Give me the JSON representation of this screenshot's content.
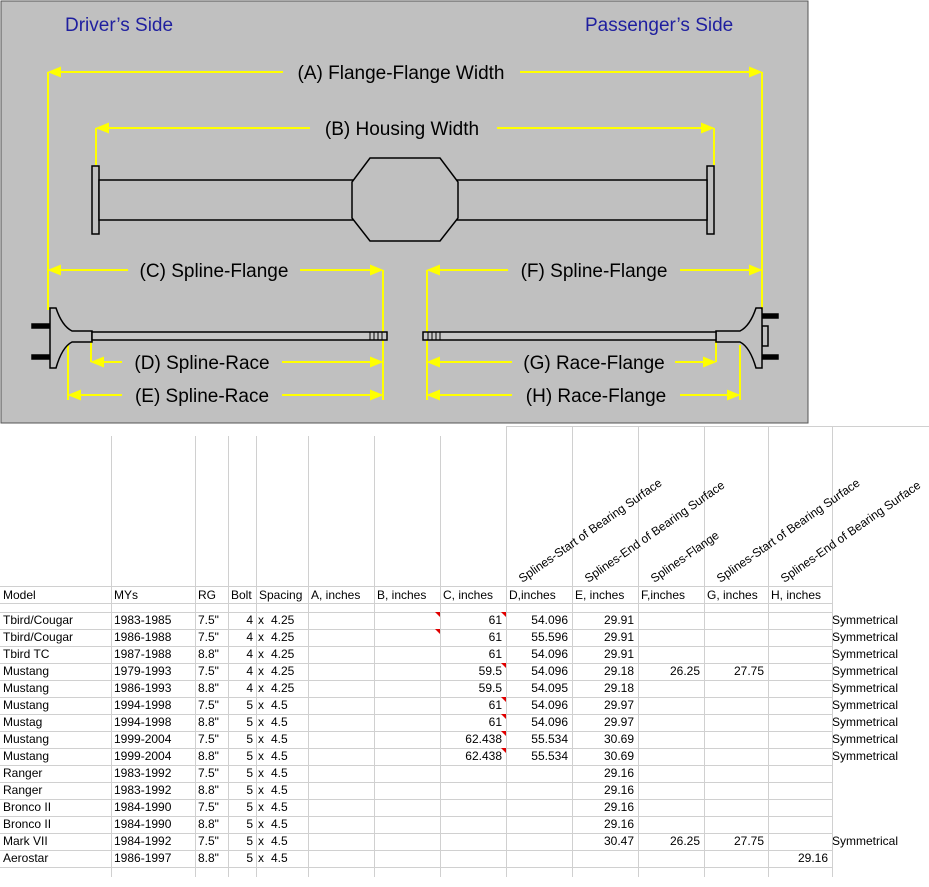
{
  "diagram": {
    "side_left": "Driver’s Side",
    "side_right": "Passenger’s Side",
    "labels": {
      "a": "(A) Flange-Flange Width",
      "b": "(B) Housing Width",
      "c": "(C) Spline-Flange",
      "d": "(D) Spline-Race",
      "e": "(E) Spline-Race",
      "f": "(F) Spline-Flange",
      "g": "(G) Race-Flange",
      "h": "(H) Race-Flange"
    },
    "colors": {
      "bg": "#c0c0c0",
      "dim": "#ffff00",
      "side_text": "#1f1f9f"
    }
  },
  "table": {
    "rotated_headers": [
      "Splines-Start of Bearing Surface",
      "Splines-End of Bearing Surface",
      "Splines-Flange",
      "Splines-Start of Bearing Surface",
      "Splines-End of Bearing Surface"
    ],
    "headers": [
      "Model",
      "MYs",
      "RG",
      "Bolt",
      "Spacing",
      "A, inches",
      "B, inches",
      "C, inches",
      "D,inches",
      "E, inches",
      "F,inches",
      "G, inches",
      "H, inches"
    ],
    "rows": [
      [
        "Tbird/Cougar",
        "1983-1985",
        "7.5\"",
        "4",
        "x",
        "4.25",
        "61",
        "54.096",
        "29.91",
        "",
        "",
        "",
        "Symmetrical"
      ],
      [
        "Tbird/Cougar",
        "1986-1988",
        "7.5\"",
        "4",
        "x",
        "4.25",
        "61",
        "55.596",
        "29.91",
        "",
        "",
        "",
        "Symmetrical"
      ],
      [
        "Tbird TC",
        "1987-1988",
        "8.8\"",
        "4",
        "x",
        "4.25",
        "61",
        "54.096",
        "29.91",
        "",
        "",
        "",
        "Symmetrical"
      ],
      [
        "Mustang",
        "1979-1993",
        "7.5\"",
        "4",
        "x",
        "4.25",
        "59.5",
        "54.096",
        "29.18",
        "26.25",
        "27.75",
        "",
        "Symmetrical"
      ],
      [
        "Mustang",
        "1986-1993",
        "8.8\"",
        "4",
        "x",
        "4.25",
        "59.5",
        "54.095",
        "29.18",
        "",
        "",
        "",
        "Symmetrical"
      ],
      [
        "Mustang",
        "1994-1998",
        "7.5\"",
        "5",
        "x",
        "4.5",
        "61",
        "54.096",
        "29.97",
        "",
        "",
        "",
        "Symmetrical"
      ],
      [
        "Mustag",
        "1994-1998",
        "8.8\"",
        "5",
        "x",
        "4.5",
        "61",
        "54.096",
        "29.97",
        "",
        "",
        "",
        "Symmetrical"
      ],
      [
        "Mustang",
        "1999-2004",
        "7.5\"",
        "5",
        "x",
        "4.5",
        "62.438",
        "55.534",
        "30.69",
        "",
        "",
        "",
        "Symmetrical"
      ],
      [
        "Mustang",
        "1999-2004",
        "8.8\"",
        "5",
        "x",
        "4.5",
        "62.438",
        "55.534",
        "30.69",
        "",
        "",
        "",
        "Symmetrical"
      ],
      [
        "Ranger",
        "1983-1992",
        "7.5\"",
        "5",
        "x",
        "4.5",
        "",
        "",
        "29.16",
        "",
        "",
        "",
        ""
      ],
      [
        "Ranger",
        "1983-1992",
        "8.8\"",
        "5",
        "x",
        "4.5",
        "",
        "",
        "29.16",
        "",
        "",
        "",
        ""
      ],
      [
        "Bronco II",
        "1984-1990",
        "7.5\"",
        "5",
        "x",
        "4.5",
        "",
        "",
        "29.16",
        "",
        "",
        "",
        ""
      ],
      [
        "Bronco II",
        "1984-1990",
        "8.8\"",
        "5",
        "x",
        "4.5",
        "",
        "",
        "29.16",
        "",
        "",
        "",
        ""
      ],
      [
        "Mark VII",
        "1984-1992",
        "7.5\"",
        "5",
        "x",
        "4.5",
        "",
        "",
        "30.47",
        "26.25",
        "27.75",
        "",
        "Symmetrical"
      ],
      [
        "Aerostar",
        "1986-1997",
        "8.8\"",
        "5",
        "x",
        "4.5",
        "",
        "",
        "",
        "",
        "",
        "29.16",
        ""
      ]
    ]
  }
}
